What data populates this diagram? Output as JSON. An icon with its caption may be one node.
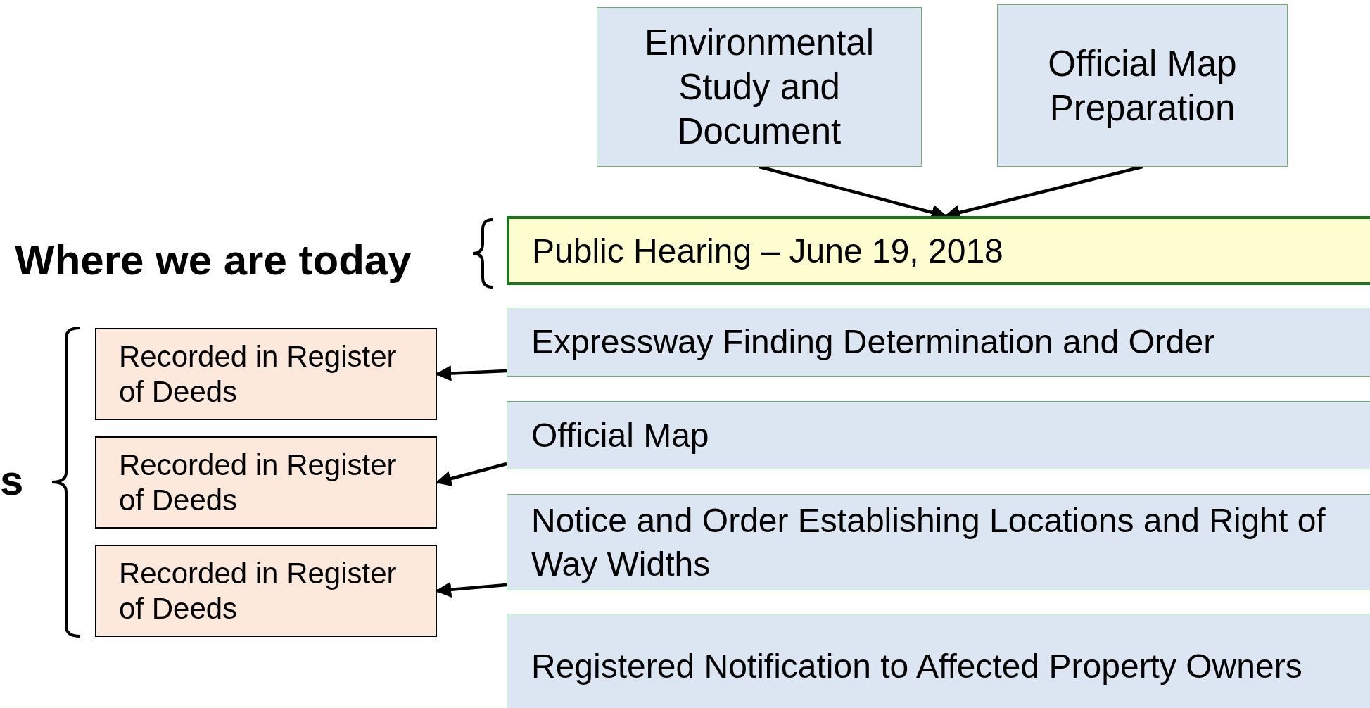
{
  "diagram": {
    "nodes": [
      {
        "text": [
          "Environmental Study and Document"
        ]
      },
      {
        "text": [
          "Official Map Preparation"
        ]
      },
      {
        "text": [
          "Public Hearing – June 19, 2018"
        ]
      },
      {
        "text": [
          "Expressway Finding Determination and Order"
        ]
      },
      {
        "text": [
          "Recorded in Register of Deeds"
        ]
      },
      {
        "text": [
          "Official Map"
        ]
      },
      {
        "text": [
          "Recorded in Register of Deeds"
        ]
      },
      {
        "text": [
          "Notice and Order Establishing Locations and Right of Way Widths"
        ]
      },
      {
        "text": [
          "Recorded in Register of Deeds"
        ]
      },
      {
        "text": [
          "Registered Notification to Affected Property Owners"
        ]
      }
    ],
    "edges": [
      {
        "from": 0,
        "to": 2,
        "arrow": "to"
      },
      {
        "from": 1,
        "to": 2,
        "arrow": "to"
      },
      {
        "from": 3,
        "to": 4,
        "arrow": "to"
      },
      {
        "from": 5,
        "to": 6,
        "arrow": "to"
      },
      {
        "from": 7,
        "to": 8,
        "arrow": "to"
      }
    ],
    "labels": [
      "Where we are today",
      "s"
    ]
  }
}
